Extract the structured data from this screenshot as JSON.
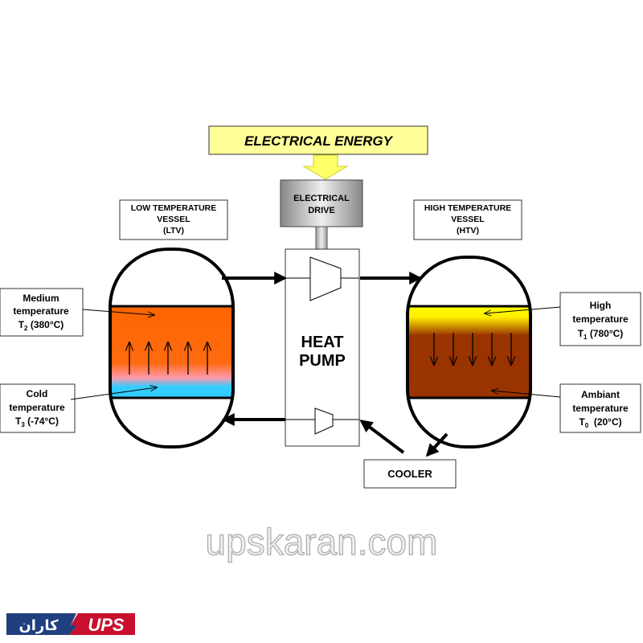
{
  "title": "ELECTRICAL ENERGY",
  "drive": {
    "line1": "ELECTRICAL",
    "line2": "DRIVE"
  },
  "heat_pump": {
    "line1": "HEAT",
    "line2": "PUMP"
  },
  "ltv": {
    "line1": "LOW TEMPERATURE",
    "line2": "VESSEL",
    "line3": "(LTV)"
  },
  "htv": {
    "line1": "HIGH TEMPERATURE",
    "line2": "VESSEL",
    "line3": "(HTV)"
  },
  "medium": {
    "line1": "Medium",
    "line2": "temperature",
    "sym": "T",
    "sub": "2",
    "value": " (380°C)"
  },
  "cold": {
    "line1": "Cold",
    "line2": "temperature",
    "sym": "T",
    "sub": "3",
    "value": " (-74°C)"
  },
  "high": {
    "line1": "High",
    "line2": "temperature",
    "sym": "T",
    "sub": "1",
    "value": " (780°C)"
  },
  "ambient": {
    "line1": "Ambiant",
    "line2": "temperature",
    "sym": "T",
    "sub": "0",
    "value": "  (20°C)"
  },
  "cooler": "COOLER",
  "watermark": "upskaran.com",
  "logo": {
    "latin": "UPS",
    "persian": "کاران"
  },
  "colors": {
    "title_bg": "#ffff99",
    "hot_top": "#ffff00",
    "hot_bottom": "#993300",
    "medium": "#ff6600",
    "cold": "#33ccff",
    "logo_blue": "#1f3f7f",
    "logo_red": "#c8102e"
  }
}
